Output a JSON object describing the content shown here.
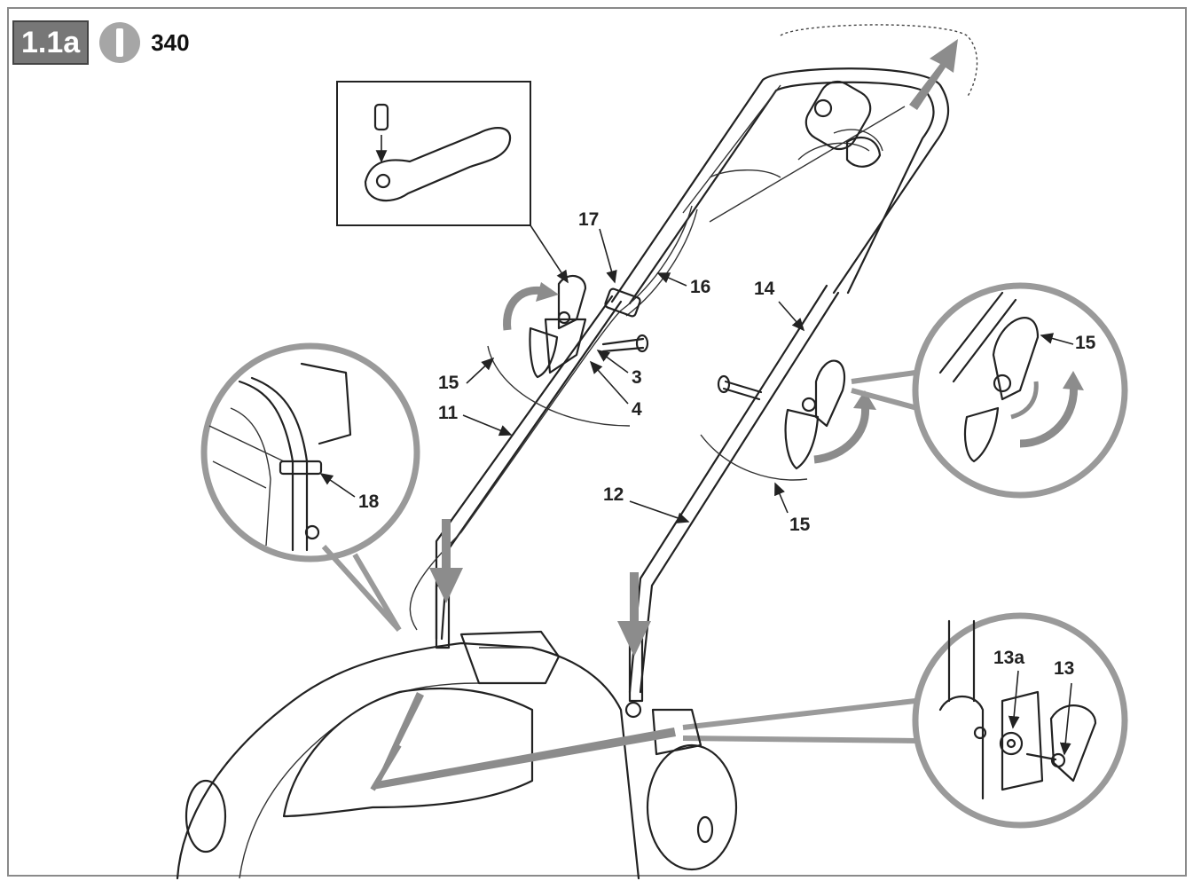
{
  "header": {
    "figure_label": "1.1a",
    "model_icon": "model-indicator-icon",
    "model_number": "340"
  },
  "callouts": {
    "c3": "3",
    "c4": "4",
    "c11": "11",
    "c12": "12",
    "c13": "13",
    "c13a": "13a",
    "c14": "14",
    "c15_left": "15",
    "c15_right": "15",
    "c15_detail": "15",
    "c16": "16",
    "c17": "17",
    "c18": "18"
  },
  "colors": {
    "badge": "#777777",
    "detail_ring": "#9a9a9a",
    "arrow": "#8c8c8c",
    "line": "#222222"
  }
}
